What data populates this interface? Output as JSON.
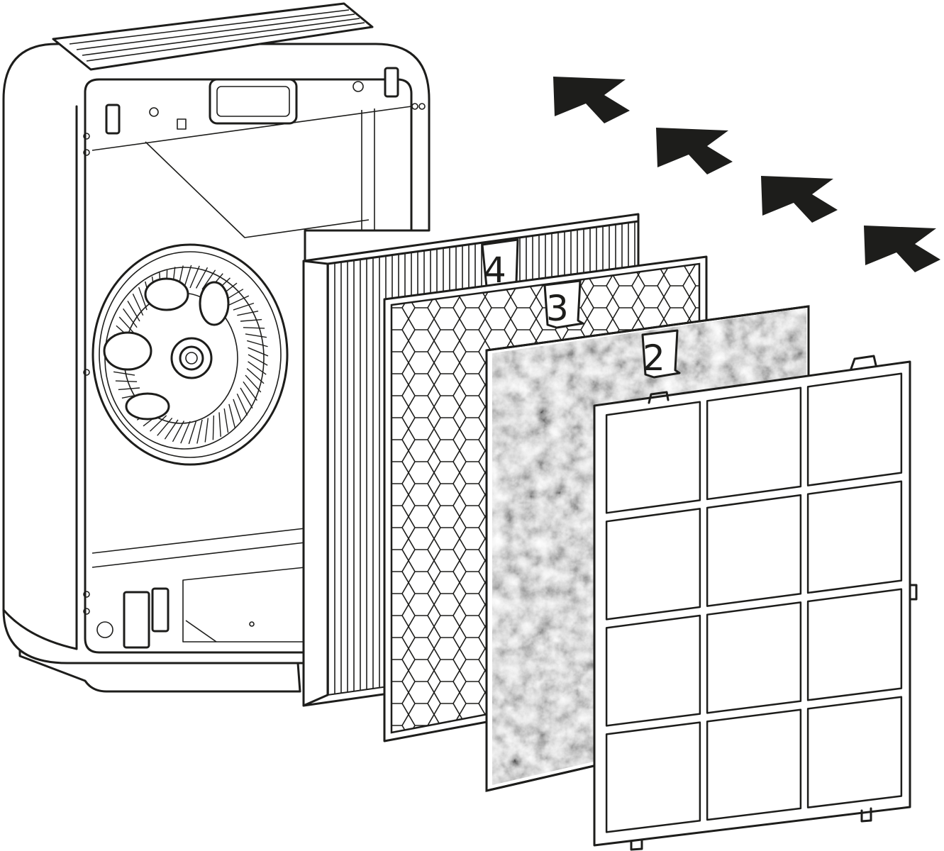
{
  "colors": {
    "line": "#1d1d1b",
    "background": "#ffffff",
    "carbon_dark": "#3a3a3a",
    "carbon_light": "#8a8a8a"
  },
  "labels": {
    "hepa": "4",
    "honeycomb": "3",
    "carbon": "2"
  },
  "airflow": {
    "arrow_count": 4,
    "icon": "airflow-arrow-icon"
  }
}
